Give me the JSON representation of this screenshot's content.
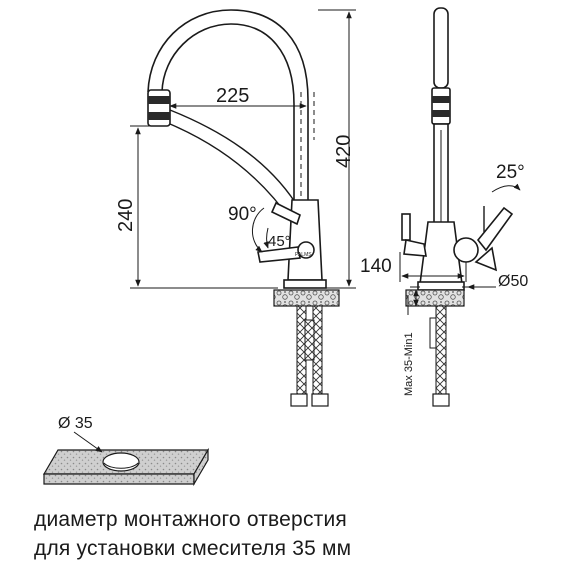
{
  "dimensions": {
    "spout_reach": "225",
    "total_height": "420",
    "spout_height": "240",
    "lever_angle": "90°",
    "lever_angle_small": "45°",
    "side_lever_angle": "25°",
    "body_depth": "140",
    "body_diameter": "Ø50",
    "counter_thickness": "Max 35-Min1",
    "hole_diameter": "Ø 35"
  },
  "brand_mark": "PALMS",
  "caption": {
    "line1": "диаметр монтажного отверстия",
    "line2": "для установки смесителя 35 мм"
  },
  "colors": {
    "line": "#1a1a1a",
    "counter_fill": "#c8c8c8",
    "spout_tip": "#2a2a2a"
  }
}
